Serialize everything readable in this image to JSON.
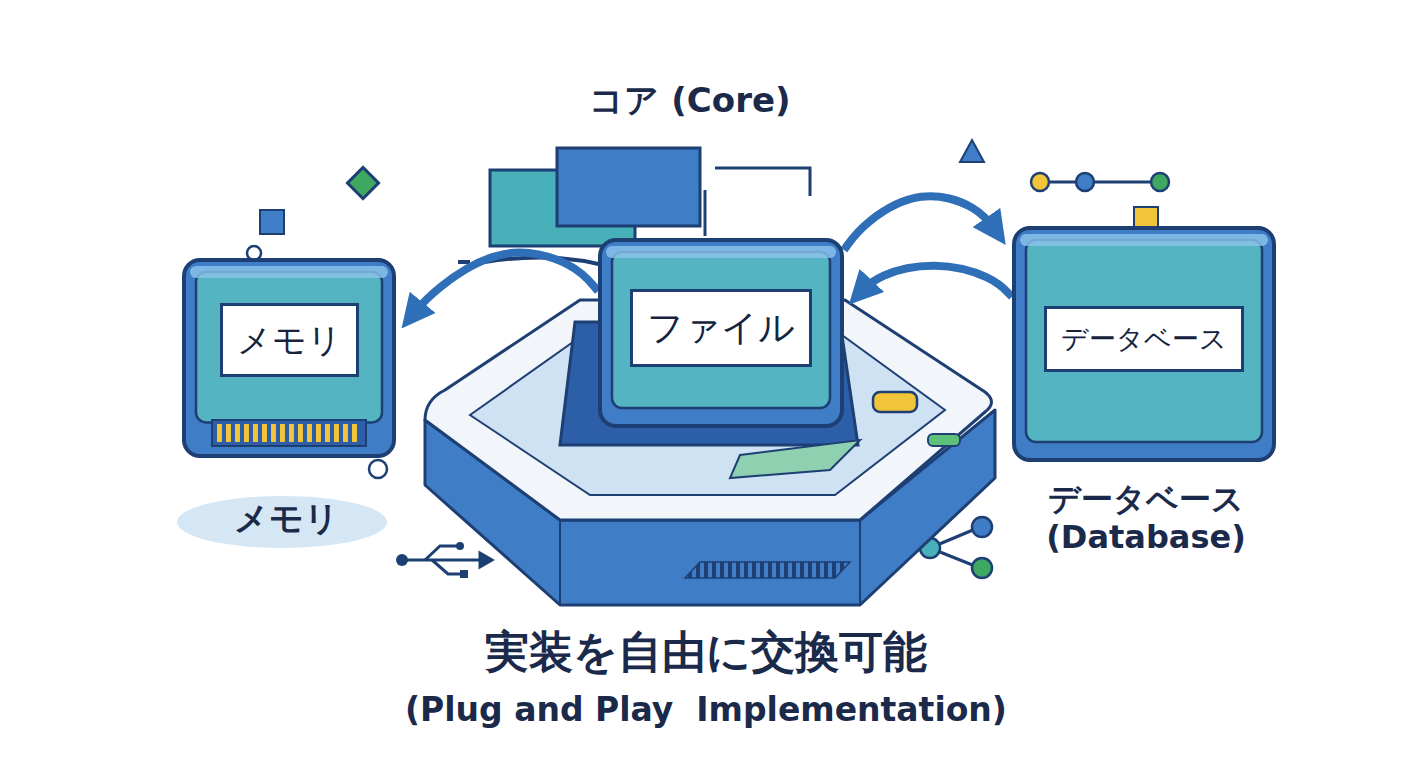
{
  "diagram": {
    "title": "コア (Core)",
    "caption": "実装を自由に交換可能",
    "nodes": [
      {
        "text": [
          "メモリ"
        ]
      },
      {
        "text": [
          "ファイル"
        ]
      },
      {
        "text": [
          "データベース"
        ]
      }
    ],
    "edges": [
      {
        "from": 1,
        "to": 0,
        "arrow": "to"
      },
      {
        "from": 1,
        "to": 2,
        "arrow": "to"
      },
      {
        "from": 2,
        "to": 1,
        "arrow": "to"
      }
    ],
    "labels": [
      "メモリ",
      "データベース (Database)",
      "(Plug and Play  Implementation)"
    ]
  }
}
